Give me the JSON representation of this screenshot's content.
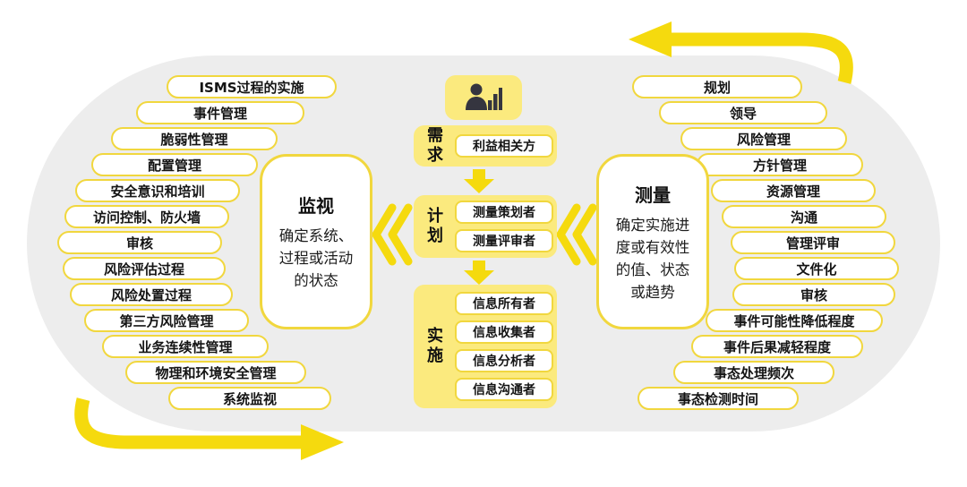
{
  "colors": {
    "accent_yellow": "#f5da0e",
    "pill_border_yellow": "#f1d73e",
    "panel_yellow": "#fbea7e",
    "oval_gray": "#ededed",
    "icon_dark": "#35353f",
    "text": "#1a1a1a"
  },
  "left_pills": [
    "ISMS过程的实施",
    "事件管理",
    "脆弱性管理",
    "配置管理",
    "安全意识和培训",
    "访问控制、防火墙",
    "审核",
    "风险评估过程",
    "风险处置过程",
    "第三方风险管理",
    "业务连续性管理",
    "物理和环境安全管理",
    "系统监视"
  ],
  "right_pills": [
    "规划",
    "领导",
    "风险管理",
    "方针管理",
    "资源管理",
    "沟通",
    "管理评审",
    "文件化",
    "审核",
    "事件可能性降低程度",
    "事件后果减轻程度",
    "事态处理频次",
    "事态检测时间"
  ],
  "monitor_box": {
    "title": "监视",
    "desc": "确定系统、\n过程或活动\n的状态"
  },
  "measure_box": {
    "title": "测量",
    "desc": "确定实施进\n度或有效性\n的值、状态\n或趋势"
  },
  "center_flow": {
    "icon": "person-with-bar-chart",
    "sections": [
      {
        "label": "需求",
        "roles": [
          "利益相关方"
        ]
      },
      {
        "label": "计划",
        "roles": [
          "测量策划者",
          "测量评审者"
        ]
      },
      {
        "label": "实施",
        "roles": [
          "信息所有者",
          "信息收集者",
          "信息分析者",
          "信息沟通者"
        ]
      }
    ]
  }
}
